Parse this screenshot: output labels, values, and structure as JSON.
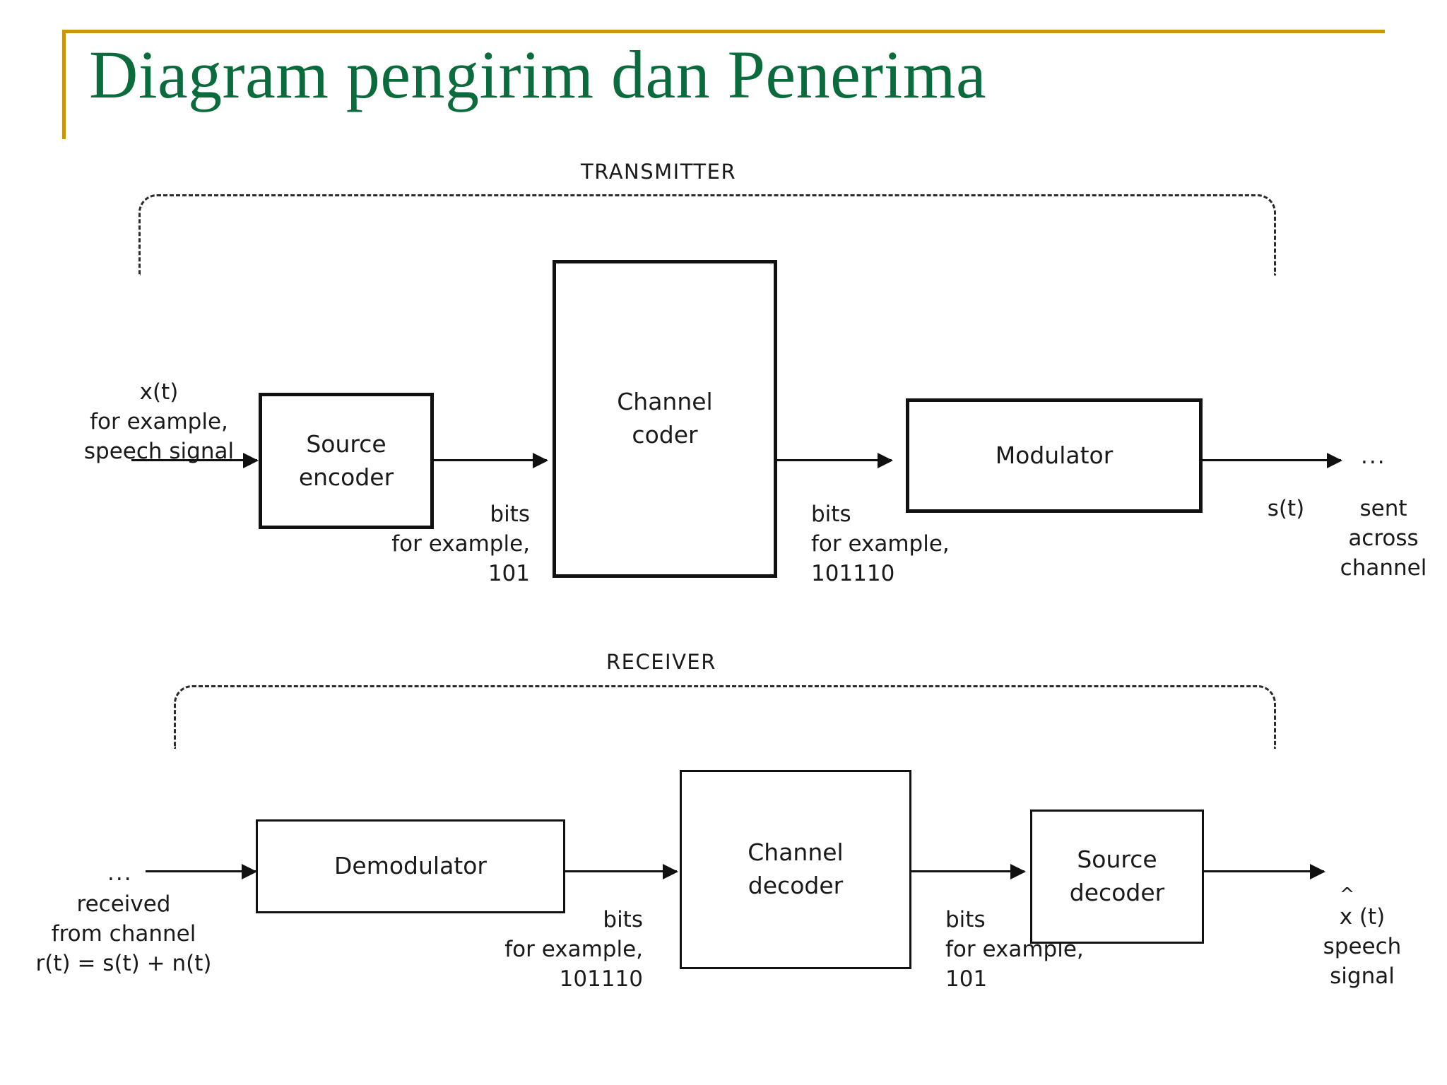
{
  "slide": {
    "title": "Diagram pengirim dan Penerima",
    "accent_color": "#C8960C",
    "title_color": "#0A6B3D",
    "background": "#ffffff"
  },
  "transmitter": {
    "section_label": "TRANSMITTER",
    "input": {
      "symbol": "x(t)",
      "line2": "for example,",
      "line3": "speech signal"
    },
    "blocks": [
      {
        "name": "source-encoder",
        "line1": "Source",
        "line2": "encoder"
      },
      {
        "name": "channel-coder",
        "line1": "Channel",
        "line2": "coder"
      },
      {
        "name": "modulator",
        "line1": "Modulator",
        "line2": ""
      }
    ],
    "bits_after_source_encoder": {
      "line1": "bits",
      "line2": "for example,",
      "line3": "101"
    },
    "bits_after_channel_coder": {
      "line1": "bits",
      "line2": "for example,",
      "line3": "101110"
    },
    "output": {
      "dots": "...",
      "symbol": "s(t)",
      "line1": "sent",
      "line2": "across",
      "line3": "channel"
    }
  },
  "receiver": {
    "section_label": "RECEIVER",
    "input": {
      "dots": "...",
      "line1": "received",
      "line2": "from channel",
      "line3": "r(t) = s(t) + n(t)"
    },
    "blocks": [
      {
        "name": "demodulator",
        "line1": "Demodulator",
        "line2": ""
      },
      {
        "name": "channel-decoder",
        "line1": "Channel",
        "line2": "decoder"
      },
      {
        "name": "source-decoder",
        "line1": "Source",
        "line2": "decoder"
      }
    ],
    "bits_after_demodulator": {
      "line1": "bits",
      "line2": "for example,",
      "line3": "101110"
    },
    "bits_after_channel_decoder": {
      "line1": "bits",
      "line2": "for example,",
      "line3": "101"
    },
    "output": {
      "hat": "^",
      "symbol": "x (t)",
      "line1": "speech",
      "line2": "signal"
    }
  }
}
